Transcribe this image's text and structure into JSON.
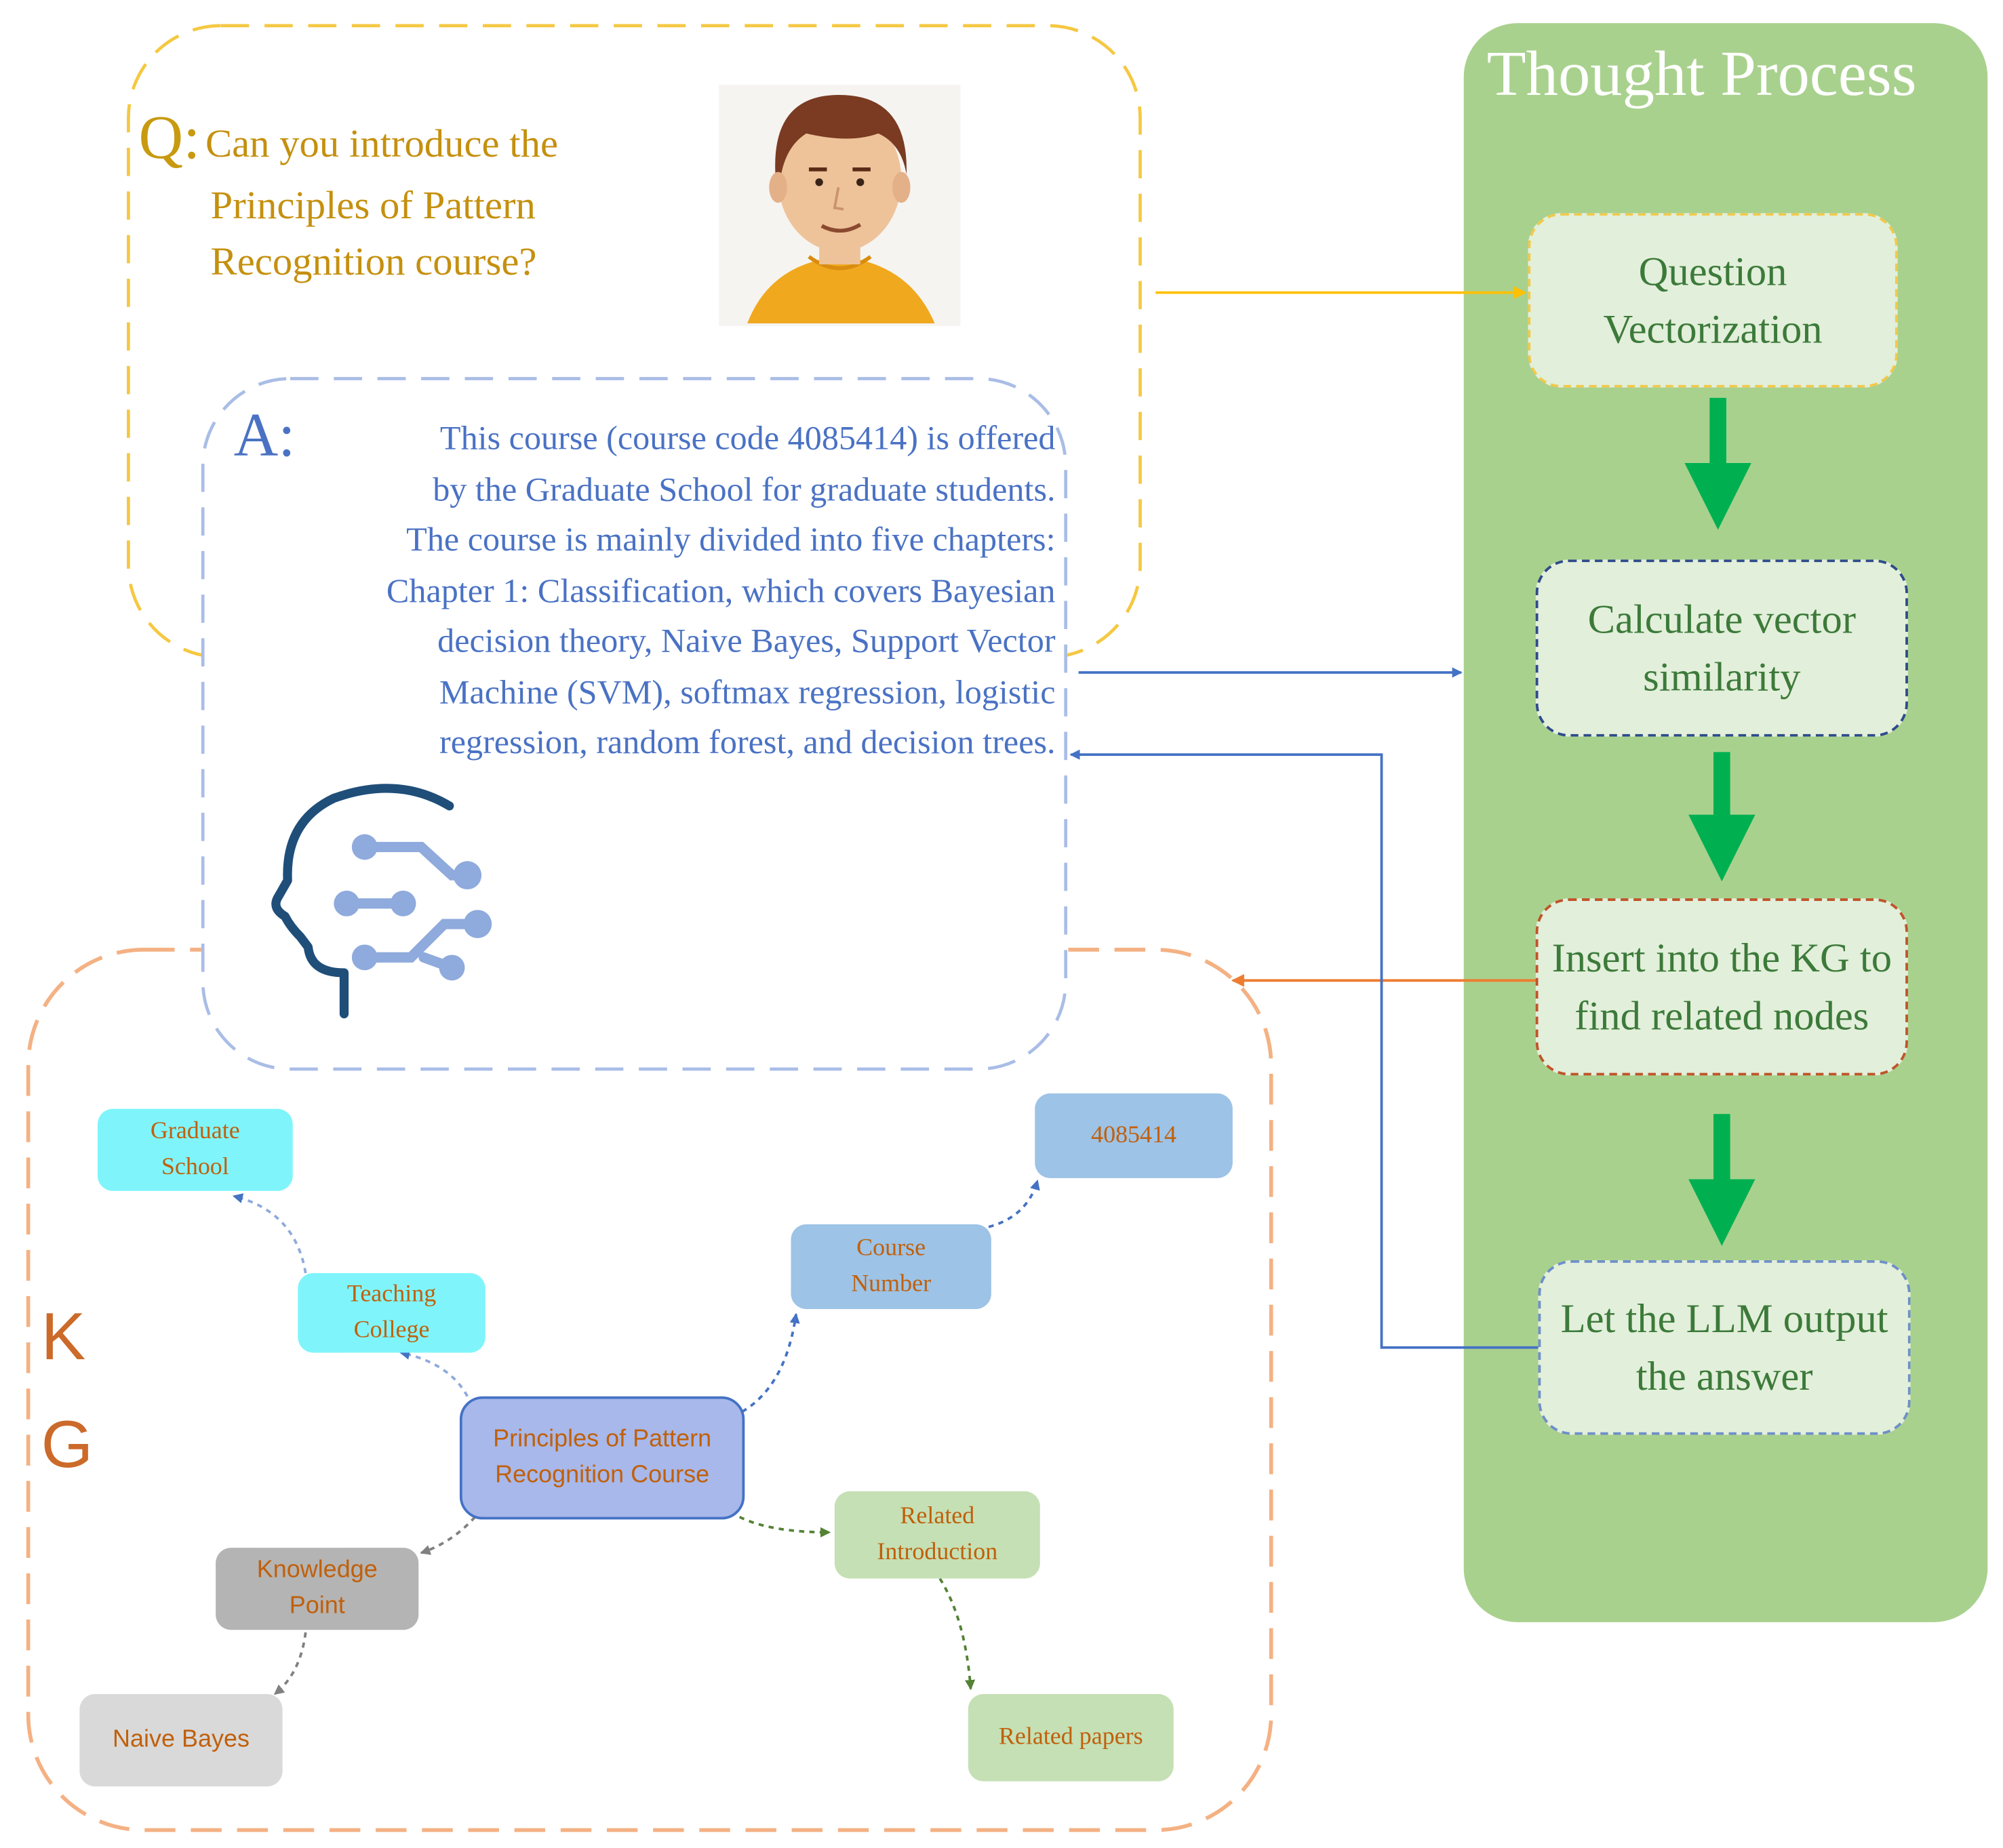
{
  "question": {
    "mark": "Q:",
    "lines": [
      "Can you introduce the",
      "Principles of Pattern",
      "Recognition course?"
    ]
  },
  "answer": {
    "mark": "A:",
    "lines": [
      "This course (course code 4085414) is offered",
      "by the Graduate School for graduate students.",
      "The course is mainly divided into five chapters:",
      "Chapter 1: Classification, which covers Bayesian",
      "decision theory, Naive Bayes, Support Vector",
      "Machine (SVM), softmax regression, logistic",
      "regression, random forest, and decision trees."
    ]
  },
  "thought_process": {
    "title": "Thought Process",
    "steps": [
      {
        "label": "Question Vectorization",
        "border_color": "#f2c94c"
      },
      {
        "label": "Calculate vector similarity",
        "border_color": "#2f4b8a"
      },
      {
        "label": "Insert into the KG to find related nodes",
        "border_color": "#c0542a"
      },
      {
        "label": "Let the LLM output the answer",
        "border_color": "#6f8fc9"
      }
    ]
  },
  "kg": {
    "letters": [
      "K",
      "G"
    ],
    "nodes": {
      "graduate_school": "Graduate School",
      "teaching_college": "Teaching College",
      "course_number": "Course Number",
      "code": "4085414",
      "center": "Principles of Pattern Recognition Course",
      "related_introduction": "Related Introduction",
      "knowledge_point": "Knowledge Point",
      "naive_bayes": "Naive Bayes",
      "related_papers": "Related papers"
    }
  },
  "colors": {
    "question": "#f5c842",
    "answer": "#a9bde6",
    "kg": "#f4b183",
    "panel": "#a9d18e",
    "step_fill": "#e2efda",
    "arrow_green": "#00b050",
    "arrow_blue": "#4472c4",
    "arrow_orange": "#ed7d31",
    "arrow_yellow": "#ffc000"
  }
}
